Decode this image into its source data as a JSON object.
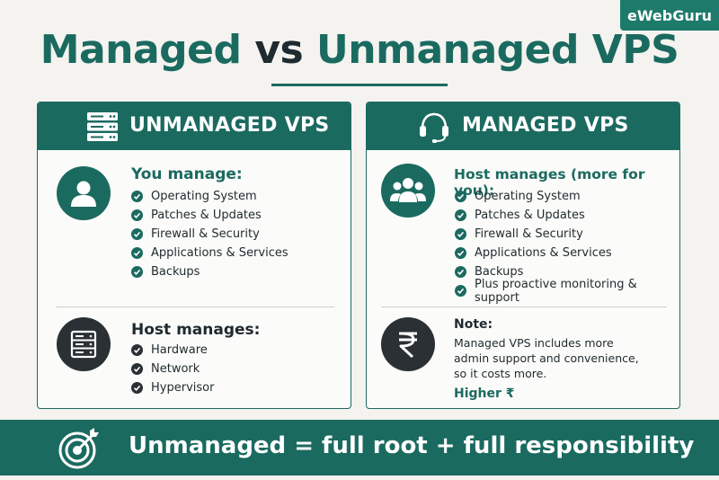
{
  "brand": "eWebGuru",
  "title": {
    "part1": "Managed",
    "vs": "vs",
    "part2": "Unmanaged VPS"
  },
  "left_panel": {
    "header": "UNMANAGED VPS",
    "header_icon": "server-rack-icon",
    "section1": {
      "heading": "You manage:",
      "icon": "user-icon",
      "items": [
        "Operating System",
        "Patches & Updates",
        "Firewall & Security",
        "Applications & Services",
        "Backups"
      ]
    },
    "section2": {
      "heading": "Host manages:",
      "icon": "server-icon",
      "items": [
        "Hardware",
        "Network",
        "Hypervisor"
      ]
    }
  },
  "right_panel": {
    "header": "MANAGED VPS",
    "header_icon": "headset-icon",
    "section1": {
      "heading": "Host manages (more for you):",
      "icon": "group-icon",
      "items": [
        "Operating System",
        "Patches & Updates",
        "Firewall & Security",
        "Applications & Services",
        "Backups",
        "Plus proactive monitoring & support"
      ]
    },
    "note": {
      "heading": "Note:",
      "icon": "rupee-icon",
      "lines": [
        "Managed VPS includes more",
        "admin support and convenience,",
        "so it costs more."
      ],
      "highlight": "Higher ₹"
    }
  },
  "banner": {
    "icon": "target-icon",
    "text": "Unmanaged = full root + full responsibility"
  },
  "colors": {
    "teal": "#1b6a60",
    "dark": "#2a3033",
    "background": "#f4f3f0"
  }
}
